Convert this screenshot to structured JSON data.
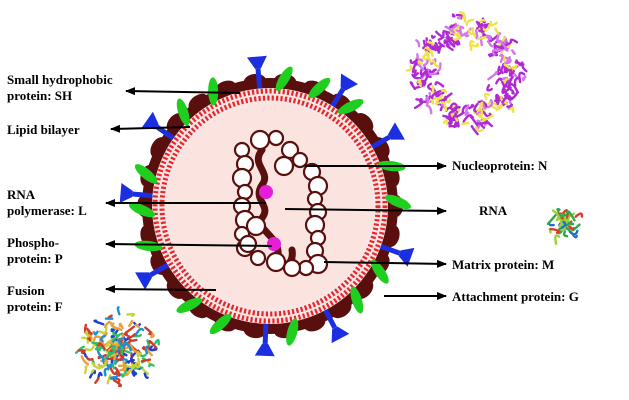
{
  "labels": {
    "small_hydrophobic": "Small hydrophobic\nprotein: SH",
    "lipid_bilayer": "Lipid bilayer",
    "rna_polymerase": "RNA\npolymerase: L",
    "phosphoprotein": "Phospho-\nprotein: P",
    "fusion_protein": "Fusion\nprotein: F",
    "nucleoprotein": "Nucleoprotein: N",
    "rna": "RNA",
    "matrix_protein": "Matrix protein: M",
    "attachment_protein": "Attachment protein: G"
  },
  "colors": {
    "matrix_dark": "#5a0f0f",
    "membrane_red": "#e8262a",
    "interior_pink": "#fbe3e0",
    "fusion_green": "#1fcf1f",
    "attachment_blue": "#1c2fe0",
    "sh_blue": "#1c2fe0",
    "nucleoprotein_ring": "#5a0f0f",
    "polymerase_magenta": "#e61ed9",
    "ribbon_purple": "#b02ad4"
  },
  "icons": {
    "nucleocapsid_ring_structure": "protein-ring-ribbon-icon",
    "matrix_structure": "protein-ribbon-icon",
    "fusion_structure": "protein-trimer-ribbon-icon"
  }
}
